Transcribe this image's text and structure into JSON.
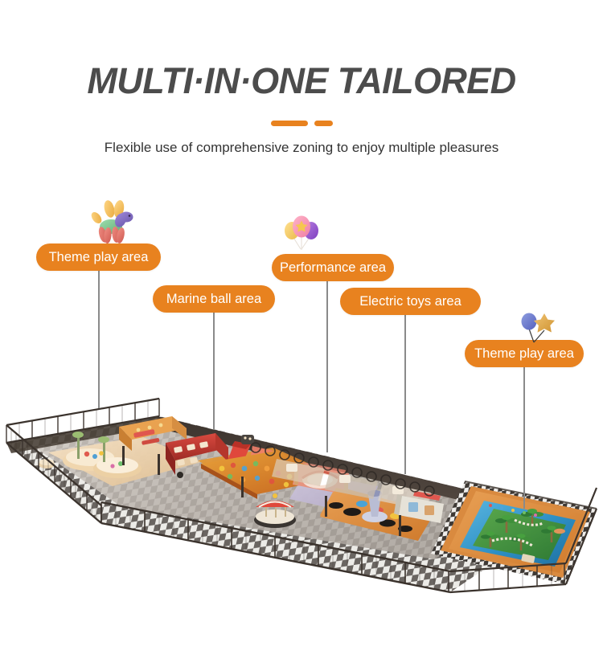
{
  "header": {
    "title": "MULTI·IN·ONE TAILORED",
    "subtitle": "Flexible use of comprehensive zoning to enjoy multiple pleasures",
    "accent_color": "#e8821f",
    "title_color": "#4c4c4c",
    "divider": {
      "long_bar": "",
      "short_bar": ""
    }
  },
  "callouts": [
    {
      "id": "theme-play-area-left",
      "label": "Theme play area",
      "icon": "balloon-dog-icon"
    },
    {
      "id": "marine-ball-area",
      "label": "Marine ball area",
      "icon": "none"
    },
    {
      "id": "performance-area",
      "label": "Performance area",
      "icon": "balloon-cluster-icon"
    },
    {
      "id": "electric-toys-area",
      "label": "Electric toys area",
      "icon": "none"
    },
    {
      "id": "theme-play-area-right",
      "label": "Theme play area",
      "icon": "balloon-star-icon"
    }
  ],
  "scene": {
    "alt": "3D rendering of a long rectangular indoor playground with perimeter fencing, checkerboard floor, themed play structures, ball pit, carousel, electric toy zone and a jungle pool area at the right end",
    "floor_pattern": "checkerboard",
    "fence_color": "#3b332d",
    "pool_water_color": "#2e8fc4",
    "jungle_grass_color": "#3f8f3a"
  }
}
